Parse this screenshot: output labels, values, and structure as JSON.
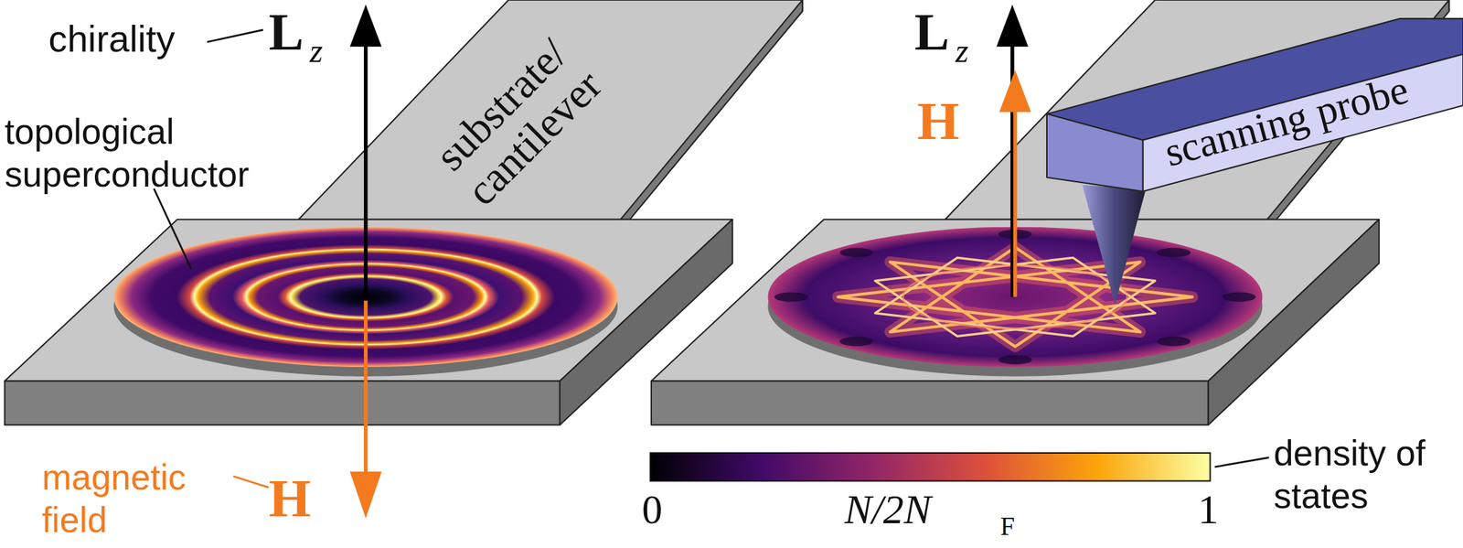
{
  "diagram": {
    "labels": [
      "chirality",
      "L",
      "z",
      "topological superconductor",
      "substrate/ cantilever",
      "magnetic field",
      "H",
      "L",
      "z",
      "H",
      "scanning probe",
      "0",
      "N/2N",
      "F",
      "1",
      "density of states"
    ]
  }
}
